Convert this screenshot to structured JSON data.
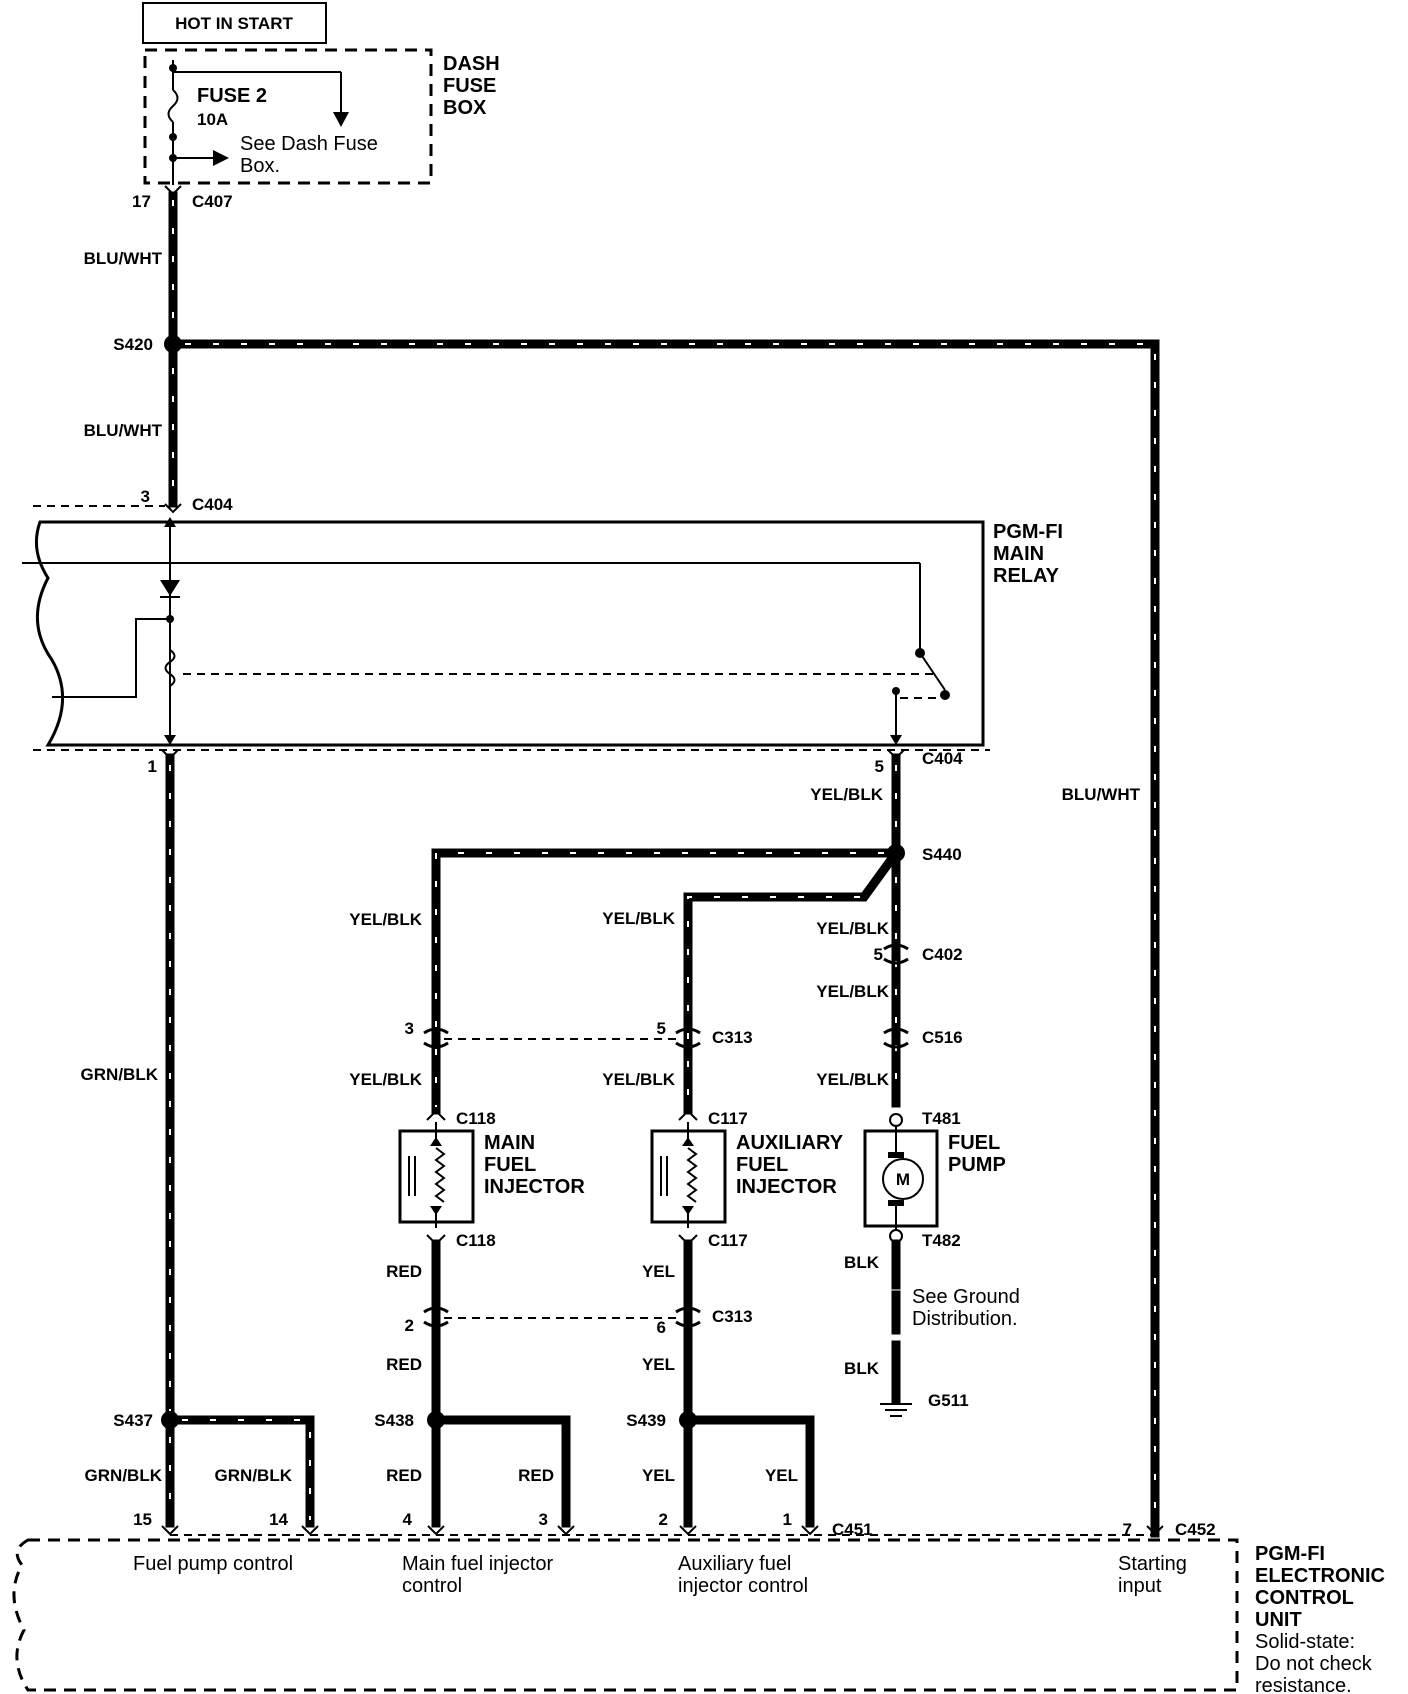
{
  "supply": {
    "hot_label": "HOT IN START",
    "fuse_box_label": [
      "DASH",
      "FUSE",
      "BOX"
    ],
    "fuse_name": "FUSE 2",
    "fuse_rating": "10A",
    "fuse_note": [
      "See Dash Fuse",
      "Box."
    ]
  },
  "relay": {
    "label": [
      "PGM-FI",
      "MAIN",
      "RELAY"
    ]
  },
  "wires": {
    "blu_wht": "BLU/WHT",
    "grn_blk": "GRN/BLK",
    "yel_blk": "YEL/BLK",
    "red": "RED",
    "yel": "YEL",
    "blk": "BLK"
  },
  "connectors": {
    "c407": "C407",
    "c404": "C404",
    "c402": "C402",
    "c516": "C516",
    "c313": "C313",
    "c118": "C118",
    "c117": "C117",
    "c451": "C451",
    "c452": "C452"
  },
  "splices": {
    "s420": "S420",
    "s440": "S440",
    "s437": "S437",
    "s438": "S438",
    "s439": "S439"
  },
  "terminals": {
    "t481": "T481",
    "t482": "T482"
  },
  "ground": {
    "id": "G511",
    "note": [
      "See Ground",
      "Distribution."
    ]
  },
  "pins": {
    "c407": "17",
    "c404_top": "3",
    "c404_left": "1",
    "c404_right": "5",
    "c402": "5",
    "c313_a": "3",
    "c313_b": "5",
    "c313_c": "2",
    "c313_d": "6",
    "ecu_15": "15",
    "ecu_14": "14",
    "ecu_4": "4",
    "ecu_3": "3",
    "ecu_2": "2",
    "ecu_1": "1",
    "ecu_7": "7"
  },
  "components": {
    "main_injector": [
      "MAIN",
      "FUEL",
      "INJECTOR"
    ],
    "aux_injector": [
      "AUXILIARY",
      "FUEL",
      "INJECTOR"
    ],
    "fuel_pump": [
      "FUEL",
      "PUMP"
    ],
    "motor_symbol": "M"
  },
  "ecu": {
    "label": [
      "PGM-FI",
      "ELECTRONIC",
      "CONTROL",
      "UNIT"
    ],
    "note": [
      "Solid-state:",
      "Do not check",
      "resistance."
    ],
    "inputs": {
      "fuel_pump": "Fuel pump control",
      "main_injector": [
        "Main fuel injector",
        "control"
      ],
      "aux_injector": [
        "Auxiliary fuel",
        "injector control"
      ],
      "starting": [
        "Starting",
        "input"
      ]
    }
  }
}
